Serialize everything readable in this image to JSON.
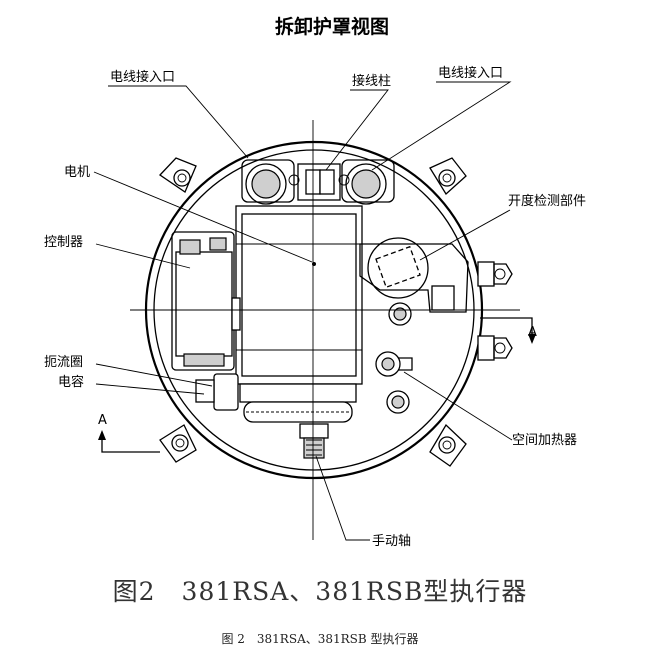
{
  "title": "拆卸护罩视图",
  "labels": {
    "cable_entry_left": "电线接入口",
    "terminal_post": "接线柱",
    "cable_entry_right": "电线接入口",
    "motor": "电机",
    "open_detect": "开度检测部件",
    "controller": "控制器",
    "choke_coil": "扼流圈",
    "capacitor": "电容",
    "space_heater": "空间加热器",
    "hand_shaft": "手动轴",
    "section_a_left": "A",
    "section_a_right": "A"
  },
  "figure_title": "图2　381RSA、381RSB型执行器",
  "caption": "图 2　381RSA、381RSB 型执行器"
}
